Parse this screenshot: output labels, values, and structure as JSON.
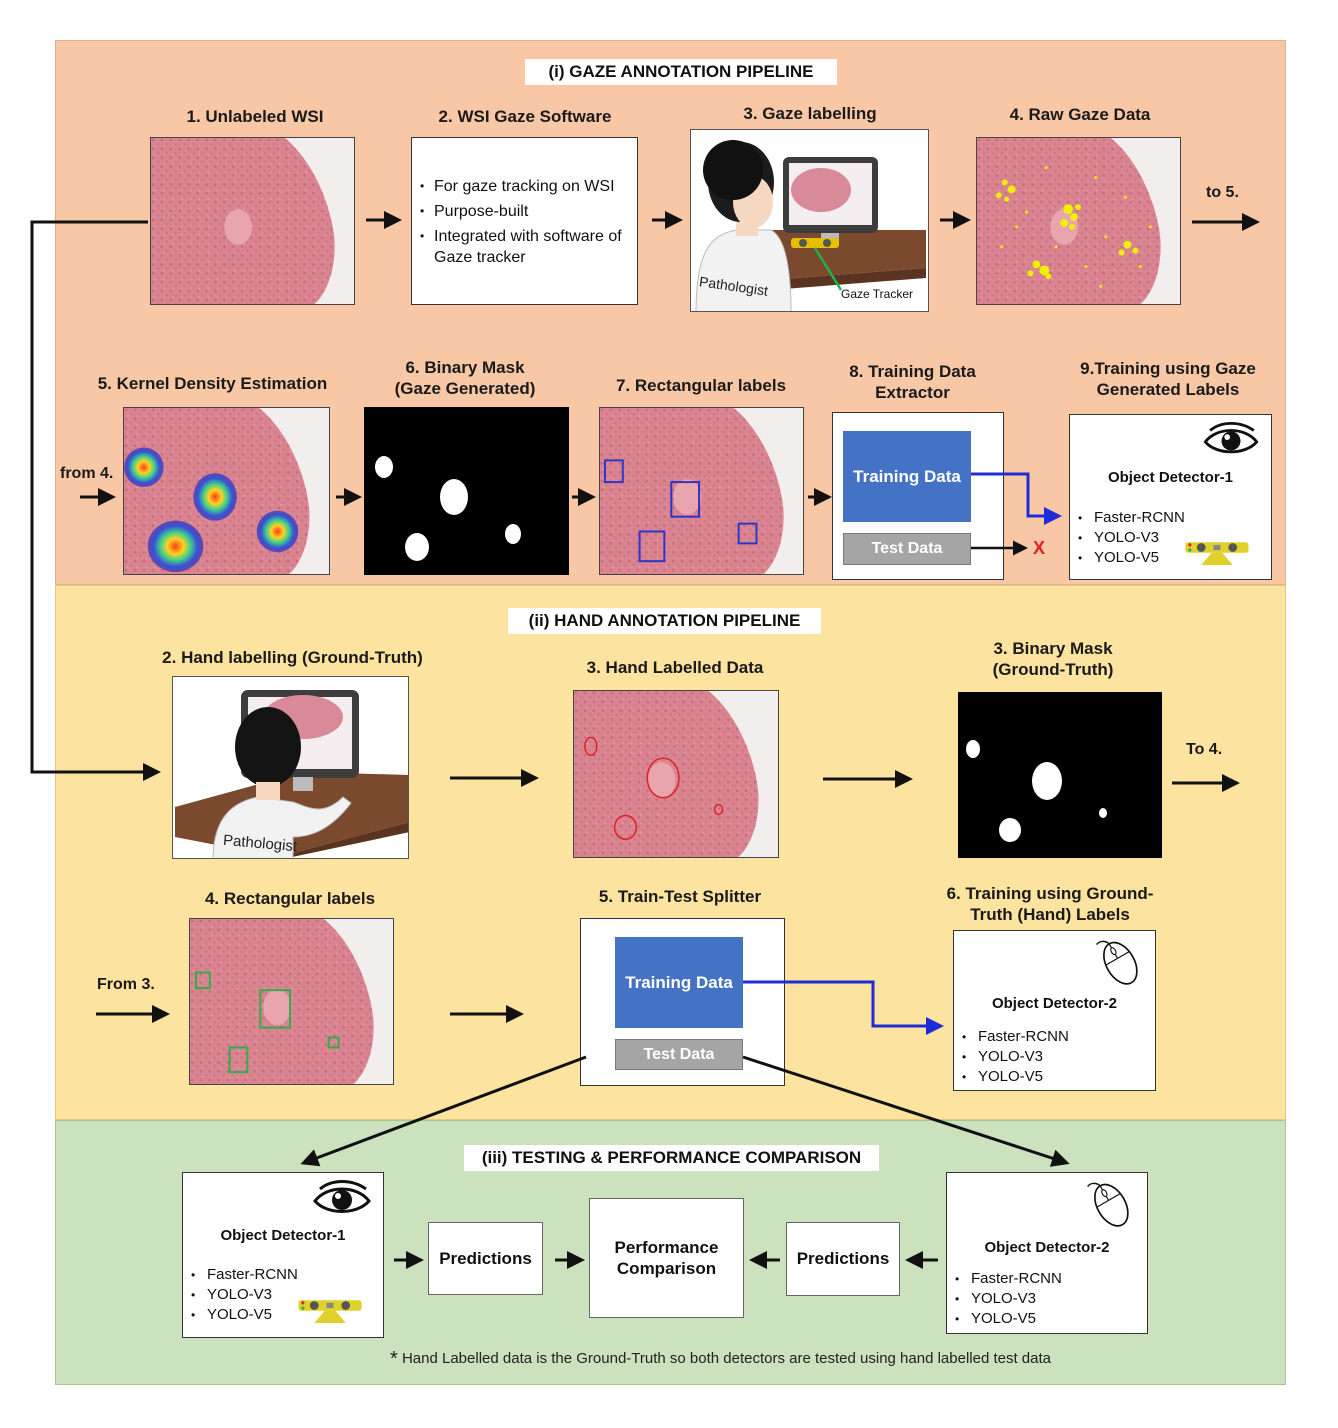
{
  "colors": {
    "gaze_panel": "#f8c8a6",
    "hand_panel": "#fde3a0",
    "test_panel": "#cce1bd",
    "training_button": "#4472c4",
    "test_button": "#a5a5a5",
    "blue_arrow": "#1f2bd6",
    "rect_gaze": "#2b36c9",
    "rect_hand": "#2fae4e",
    "cross": "#e02020"
  },
  "gaze": {
    "title": "(i) GAZE ANNOTATION PIPELINE",
    "steps": {
      "s1": "1. Unlabeled WSI",
      "s2": "2. WSI Gaze Software",
      "s3": "3. Gaze labelling",
      "s4": "4. Raw Gaze Data",
      "s5": "5. Kernel Density Estimation",
      "s6a": "6. Binary Mask",
      "s6b": "(Gaze Generated)",
      "s7": "7. Rectangular labels",
      "s8a": "8. Training Data",
      "s8b": "Extractor",
      "s9a": "9.Training using Gaze",
      "s9b": "Generated Labels"
    },
    "software_items": [
      "For gaze tracking on WSI",
      "Purpose-built",
      "Integrated with software of Gaze tracker"
    ],
    "pathologist_label": "Pathologist",
    "tracker_label": "Gaze Tracker",
    "to5": "to 5.",
    "from4": "from 4.",
    "training_data": "Training Data",
    "test_data": "Test Data",
    "cross": "X",
    "detector": {
      "name": "Object Detector-1",
      "models": [
        "Faster-RCNN",
        "YOLO-V3",
        "YOLO-V5"
      ],
      "icon": "eye-icon"
    }
  },
  "hand": {
    "title": "(ii) HAND ANNOTATION PIPELINE",
    "steps": {
      "s2": "2. Hand labelling (Ground-Truth)",
      "s3": "3. Hand Labelled Data",
      "s3ba": "3. Binary Mask",
      "s3bb": "(Ground-Truth)",
      "s4": "4. Rectangular labels",
      "s5": "5. Train-Test Splitter",
      "s6a": "6. Training using Ground-",
      "s6b": "Truth (Hand) Labels"
    },
    "pathologist_label": "Pathologist",
    "to4": "To 4.",
    "from3": "From 3.",
    "training_data": "Training Data",
    "test_data": "Test Data",
    "detector": {
      "name": "Object Detector-2",
      "models": [
        "Faster-RCNN",
        "YOLO-V3",
        "YOLO-V5"
      ],
      "icon": "mouse-icon"
    }
  },
  "testing": {
    "title": "(iii) TESTING & PERFORMANCE COMPARISON",
    "detector1": {
      "name": "Object Detector-1",
      "models": [
        "Faster-RCNN",
        "YOLO-V3",
        "YOLO-V5"
      ]
    },
    "detector2": {
      "name": "Object Detector-2",
      "models": [
        "Faster-RCNN",
        "YOLO-V3",
        "YOLO-V5"
      ]
    },
    "predictions_left": "Predictions",
    "predictions_right": "Predictions",
    "performance_a": "Performance",
    "performance_b": "Comparison",
    "footnote_star": "*",
    "footnote": "Hand Labelled data is the Ground-Truth so both detectors are tested using hand labelled test data"
  }
}
